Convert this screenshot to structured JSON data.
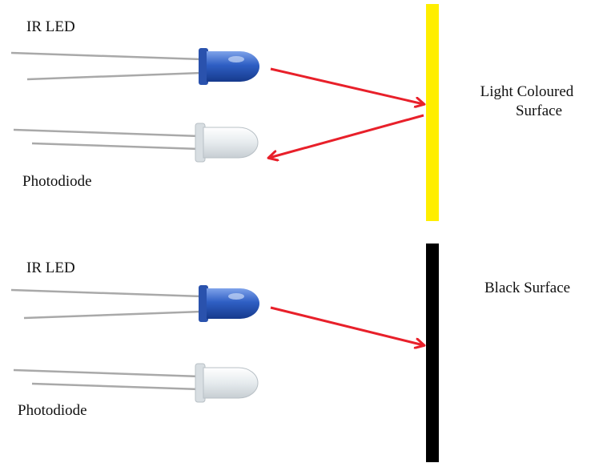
{
  "panels": [
    {
      "emitter_label": "IR LED",
      "detector_label": "Photodiode",
      "surface_label_line1": "Light Coloured",
      "surface_label_line2": "Surface",
      "surface_color": "#ffee00",
      "reflects": true
    },
    {
      "emitter_label": "IR LED",
      "detector_label": "Photodiode",
      "surface_label_line1": "Black Surface",
      "surface_label_line2": "",
      "surface_color": "#000000",
      "reflects": false
    }
  ],
  "colors": {
    "ray": "#e8202a",
    "led_body": "#2f5fc4",
    "photodiode_body": "#e9eef0",
    "lead": "#a9a9a9"
  }
}
